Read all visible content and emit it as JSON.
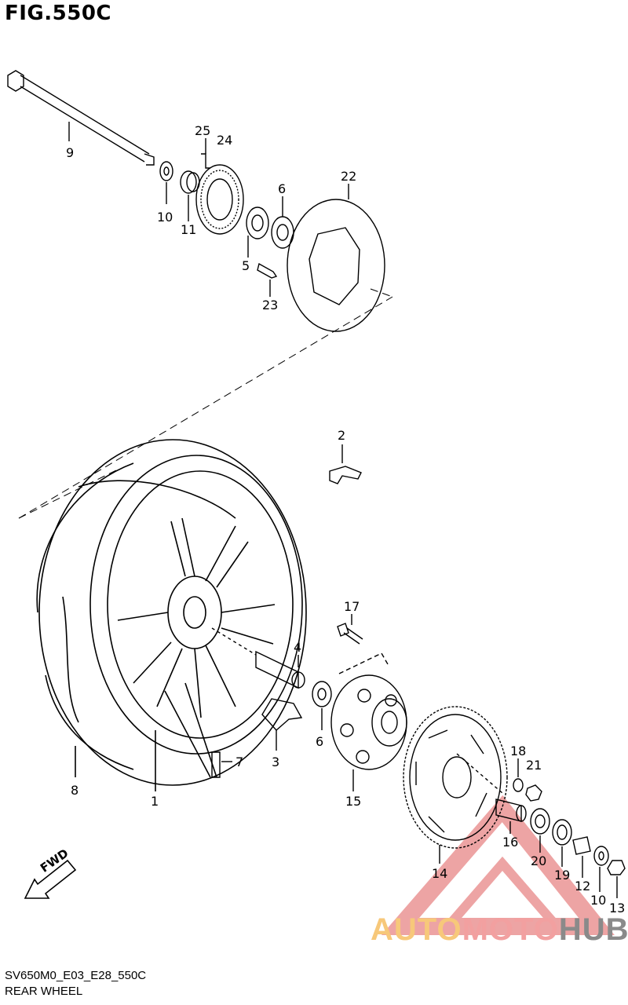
{
  "title": "FIG.550C",
  "footer": {
    "code": "SV650M0_E03_E28_550C",
    "name": "REAR WHEEL"
  },
  "direction_marker": "FWD",
  "watermark": {
    "part1": "AUTO",
    "part2": "MOTO",
    "part3": "HUB"
  },
  "callouts": {
    "c1": "1",
    "c2": "2",
    "c3": "3",
    "c4": "4",
    "c5": "5",
    "c6a": "6",
    "c6b": "6",
    "c7": "7",
    "c8": "8",
    "c9": "9",
    "c10a": "10",
    "c10b": "10",
    "c11": "11",
    "c12": "12",
    "c13": "13",
    "c14": "14",
    "c15": "15",
    "c16": "16",
    "c17": "17",
    "c18": "18",
    "c19": "19",
    "c20": "20",
    "c21": "21",
    "c22": "22",
    "c23": "23",
    "c24": "24",
    "c25": "25"
  },
  "colors": {
    "line": "#000000",
    "watermark_red": "#e05a5a",
    "watermark_orange": "#f5b45a"
  }
}
